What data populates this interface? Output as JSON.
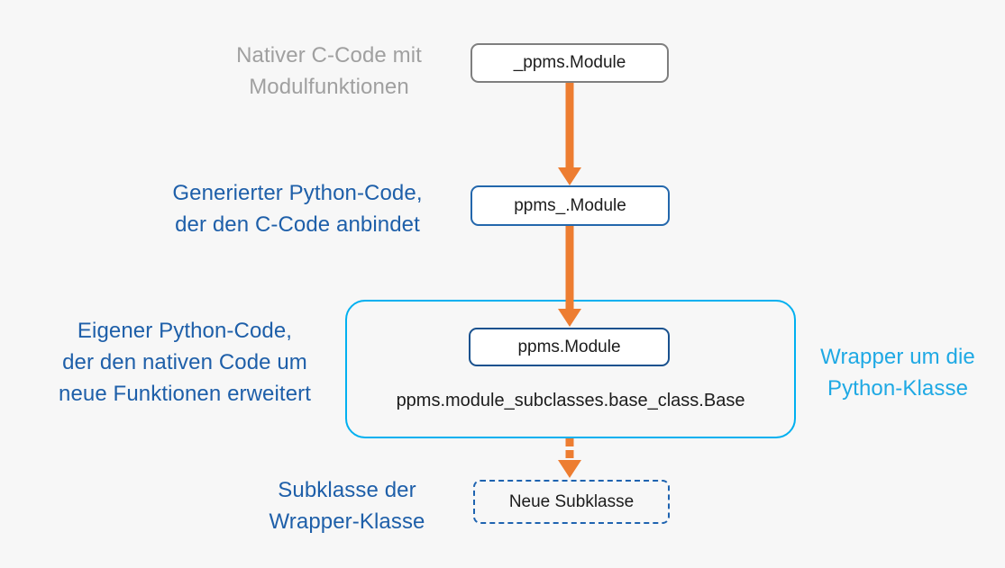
{
  "colors": {
    "orange": "#ED7D31",
    "dark_blue": "#1E5FA9",
    "cyan_text": "#1FA9E4",
    "cyan_border": "#00B0F0",
    "gray_text": "#A0A0A0",
    "gray_border": "#7F7F7F",
    "box2_border": "#2367AC",
    "box3_border": "#19518E",
    "dashed_border": "#1E63B0",
    "background": "#F7F7F7",
    "text_black": "#1C1C1C"
  },
  "diagram": {
    "labels": {
      "native": "Nativer C-Code mit\nModulfunktionen",
      "generated": "Generierter Python-Code,\nder den C-Code anbindet",
      "own": "Eigener Python-Code,\nder den nativen Code um\nneue Funktionen erweitert",
      "wrapper": "Wrapper um die\nPython-Klasse",
      "subclass": "Subklasse der\nWrapper-Klasse"
    },
    "nodes": {
      "native_module": "_ppms.Module",
      "generated_module": "ppms_.Module",
      "wrapper_module": "ppms.Module",
      "base_class": "ppms.module_subclasses.base_class.Base",
      "new_subclass": "Neue Subklasse"
    }
  }
}
